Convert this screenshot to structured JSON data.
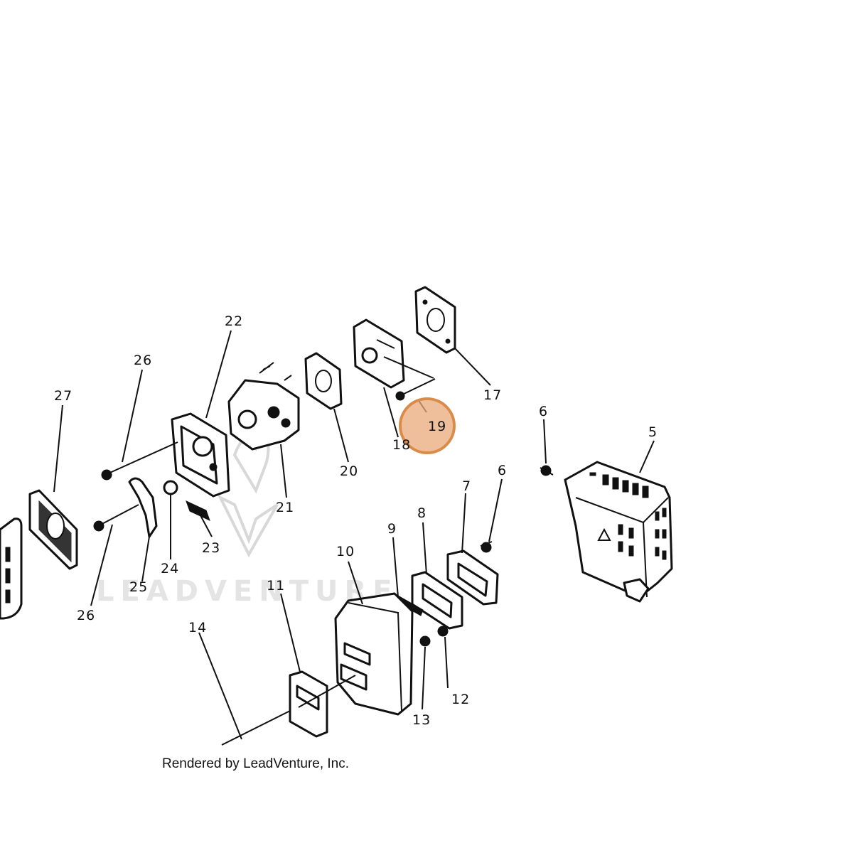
{
  "diagram": {
    "callouts": [
      "5",
      "6",
      "6",
      "7",
      "8",
      "9",
      "10",
      "11",
      "12",
      "13",
      "14",
      "17",
      "18",
      "19",
      "20",
      "21",
      "22",
      "23",
      "24",
      "25",
      "26",
      "26",
      "27"
    ],
    "highlight": {
      "label": "19",
      "color": "#e8a978",
      "ring_color": "#d98c4a"
    },
    "watermark": "LEADVENTURE",
    "credit": "Rendered by LeadVenture, Inc."
  }
}
